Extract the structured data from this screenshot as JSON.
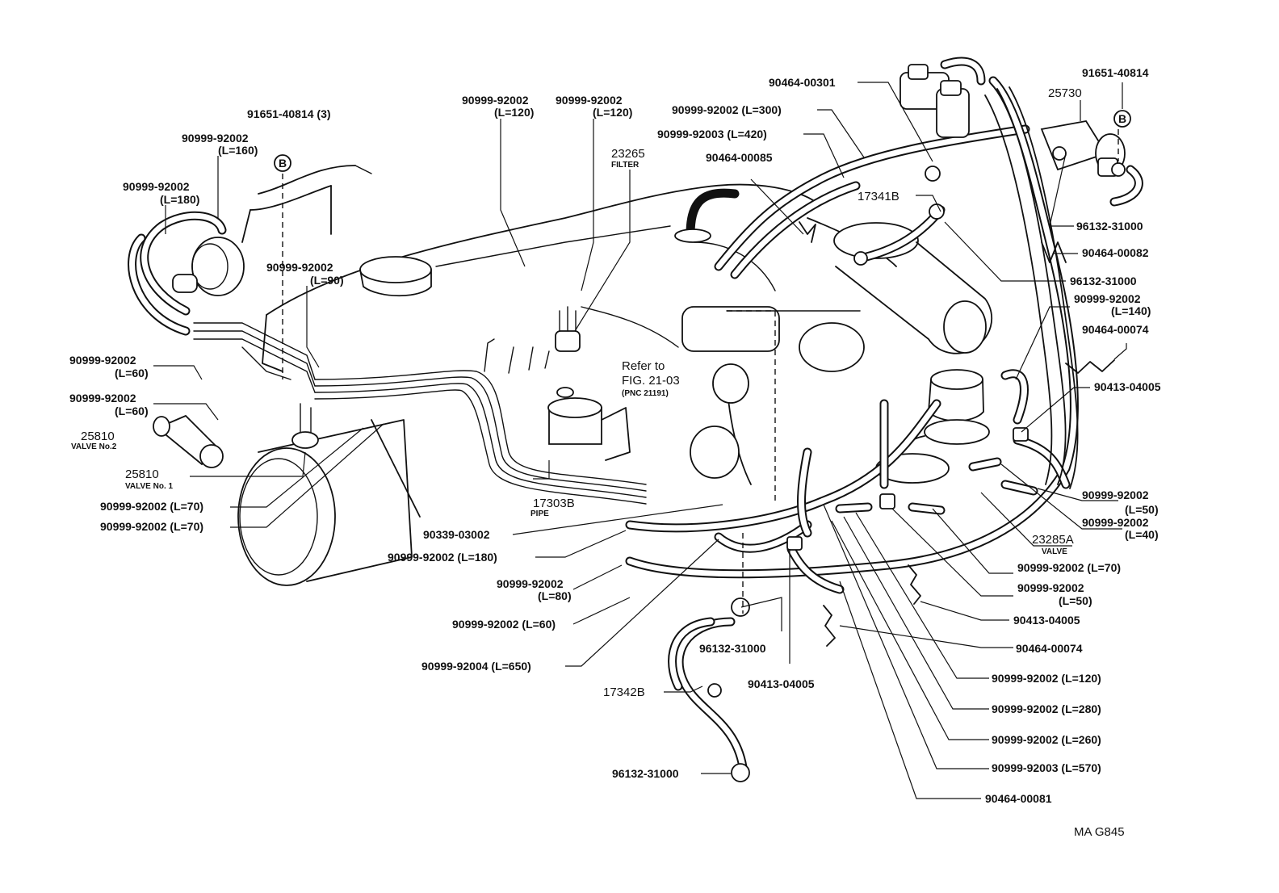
{
  "diagram": {
    "drawing_code": "MA G845",
    "labels": {
      "l01": "91651-40814 (3)",
      "l02a": "90999-92002",
      "l02b": "(L=160)",
      "l03a": "90999-92002",
      "l03b": "(L=180)",
      "l04a": "90999-92002",
      "l04b": "(L=90)",
      "l05a": "90999-92002",
      "l05b": "(L=60)",
      "l06a": "90999-92002",
      "l06b": "(L=60)",
      "l07a": "25810",
      "l07b": "VALVE No.2",
      "l08a": "25810",
      "l08b": "VALVE No. 1",
      "l09": "90999-92002 (L=70)",
      "l10": "90999-92002 (L=70)",
      "l11a": "90999-92002",
      "l11b": "(L=120)",
      "l12a": "90999-92002",
      "l12b": "(L=120)",
      "l13a": "23265",
      "l13b": "FILTER",
      "l14a": "Refer to",
      "l14b": "FIG. 21-03",
      "l14c": "(PNC 21191)",
      "l15a": "17303B",
      "l15b": "PIPE",
      "l16": "90339-03002",
      "l17": "90999-92002 (L=180)",
      "l18a": "90999-92002",
      "l18b": "(L=80)",
      "l19": "90999-92002 (L=60)",
      "l20": "90999-92004 (L=650)",
      "l21": "17342B",
      "l22": "96132-31000",
      "l23": "96132-31000",
      "l24": "90413-04005",
      "l25": "90464-00301",
      "l26": "90999-92002 (L=300)",
      "l27": "90999-92003 (L=420)",
      "l28": "90464-00085",
      "l29": "17341B",
      "l30": "91651-40814",
      "l31": "25730",
      "l32": "96132-31000",
      "l33": "90464-00082",
      "l34": "96132-31000",
      "l35a": "90999-92002",
      "l35b": "(L=140)",
      "l36": "90464-00074",
      "l37": "90413-04005",
      "l38a": "90999-92002",
      "l38b": "(L=50)",
      "l39a": "90999-92002",
      "l39b": "(L=40)",
      "l40a": "23285A",
      "l40b": "VALVE",
      "l41": "90999-92002 (L=70)",
      "l42a": "90999-92002",
      "l42b": "(L=50)",
      "l43": "90413-04005",
      "l44": "90464-00074",
      "l45": "90999-92002 (L=120)",
      "l46": "90999-92002 (L=280)",
      "l47": "90999-92002 (L=260)",
      "l48": "90999-92003 (L=570)",
      "l49": "90464-00081"
    },
    "callout_marker": "B"
  }
}
